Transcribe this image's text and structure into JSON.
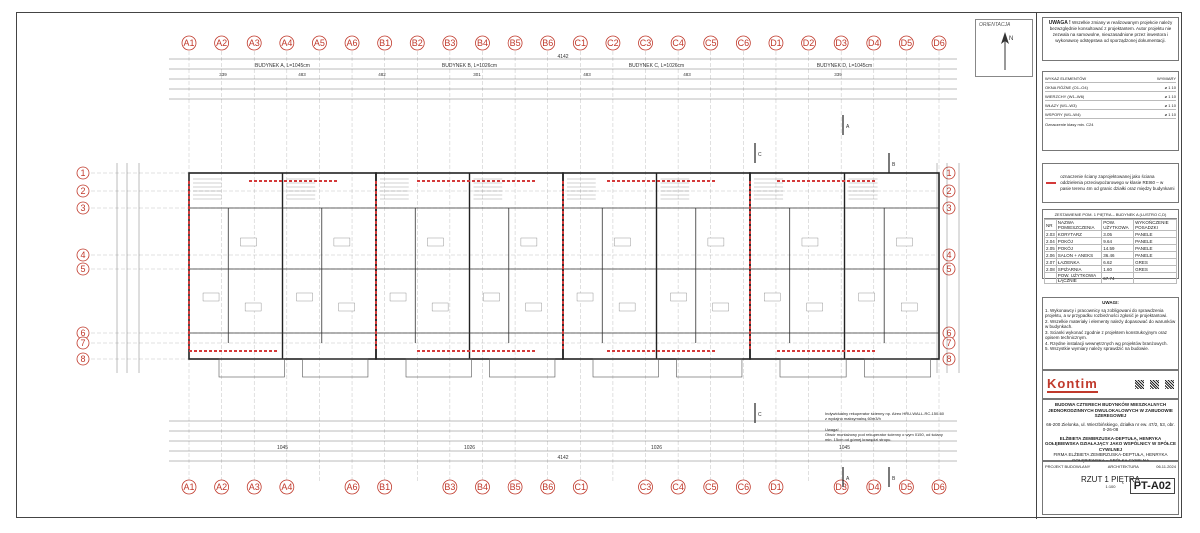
{
  "drawing": {
    "axes_top": [
      "A1",
      "A2",
      "A3",
      "A4",
      "A5",
      "A6",
      "B1",
      "B2",
      "B3",
      "B4",
      "B5",
      "B6",
      "C1",
      "C2",
      "C3",
      "C4",
      "C5",
      "C6",
      "D1",
      "D2",
      "D3",
      "D4",
      "D5",
      "D6"
    ],
    "axes_bottom": [
      "A1",
      "A2",
      "A3",
      "A4",
      "A6",
      "B1",
      "B3",
      "B4",
      "B5",
      "B6",
      "C1",
      "C3",
      "C4",
      "C5",
      "C6",
      "D1",
      "D3",
      "D4",
      "D5",
      "D6"
    ],
    "rows": [
      "1",
      "2",
      "3",
      "4",
      "5",
      "6",
      "7",
      "8"
    ],
    "buildings": [
      "BUDYNEK A, L=1045cm",
      "BUDYNEK B, L=1026cm",
      "BUDYNEK C, L=1026cm",
      "BUDYNEK D, L=1045cm"
    ],
    "total_top": "4142",
    "total_bottom": "4142",
    "dims_top": [
      "339",
      "483",
      "482",
      "301",
      "483",
      "483",
      "339"
    ],
    "dims_bottom": [
      "1045",
      "1026",
      "1026",
      "1045"
    ],
    "section_marks": [
      "A",
      "A",
      "B",
      "B",
      "C",
      "C"
    ],
    "orientation_label": "ORIENTACJA",
    "north_label": "N"
  },
  "side": {
    "warning_title": "UWAGA !",
    "warning_text": "Wszelkie zmiany w realizowanym projekcie należy bezwzględnie konsultować z projektantem. Autor projektu nie zezwala na samowolne, nieuzasadnione przez inwestora i wykonawcę odstępstwa od sporządzonej dokumentacji.",
    "revisions_header": [
      "WYKAZ ELEMENTÓW",
      "WYMIARY"
    ],
    "revisions": [
      [
        "OKNA RÓŻNE (O1–O4)",
        "ø 1 10"
      ],
      [
        "WIERZCHY (W1–W6)",
        "ø 1 10"
      ],
      [
        "WŁAZY (W1–W3)",
        "ø 1 10"
      ],
      [
        "WSPORY (W1–W4)",
        "ø 1 10"
      ]
    ],
    "rev_note": "Oznaczenie klasy min. C24",
    "legend_text": "oznaczenie ściany zaprojektowanej jako ściana oddzielenia przeciwpożarowego w klasie REI60 – w pasie terenu 4m od granic działki oraz między budynkami",
    "rooms_title": "ZESTAWIENIE POM. 1 PIĘTRA – BUDYNEK A (LUSTRO C,D)",
    "rooms_cols": [
      "NR",
      "NAZWA POMIESZCZENIA",
      "POW. UŻYTKOWA",
      "WYKOŃCZENIE POSADZKI"
    ],
    "rooms": [
      [
        "2.03",
        "KORYTARZ",
        "3.05",
        "PANELE"
      ],
      [
        "2.04",
        "POKÓJ",
        "9.64",
        "PANELE"
      ],
      [
        "2.05",
        "POKÓJ",
        "14.59",
        "PANELE"
      ],
      [
        "2.06",
        "SALON + ANEKS",
        "36.46",
        "PANELE"
      ],
      [
        "2.07",
        "ŁAZIENKA",
        "6.62",
        "GRES"
      ],
      [
        "2.08",
        "SPIŻARNIA",
        "1.60",
        "GRES"
      ]
    ],
    "rooms_total_label": "POW. UŻYTKOWA ŁĄCZNIE",
    "rooms_total": "67.74",
    "notes_title": "UWAGI:",
    "notes": [
      "1. Wykonawcy i pracownicy są zobligowani do sprawdzenia projektu, a w przypadku rozbieżności zgłosić je projektantowi.",
      "2. Wszelkie materiały i elementy należy dopasować do warunków w budynkach.",
      "3. Scianki wykonać zgodnie z projektem konstrukcyjnym oraz opisem technicznym.",
      "4. Rzędne instalacji wewnętrznych wg projektów branżowych.",
      "5. Wszystkie wymiary należy sprawdzić na budowie."
    ],
    "logo": "Kontim",
    "project_title": "BUDOWA CZTERECH BUDYNKÓW MIESZKALNYCH JEDNORODZINNYCH DWULOKALOWYCH W ZABUDOWIE SZEREGOWEJ",
    "address": "66-200 Zielonka, ul. Wierzbińskiego, działka nr ew. 47/2, 53, obr. 0-26-08",
    "investor": "ELŻBIETA ZEMBRZUSKA-DEPTUŁA, HENRYKA GOŁĘBIEWSKA DZIAŁAJĄCY JAKO WSPÓLNICY W SPÓŁCE CYWILNEJ",
    "investor2": "FIRMA ELŻBIETA ZEMBRZUSKA-DEPTUŁA, HENRYKA GOŁĘBIEWSKA – SPÓŁKA CYWILNA",
    "sheet_name": "RZUT 1 PIĘTRA",
    "sheet_code": "PT-A02",
    "scale": "1:100",
    "stage": "PROJEKT BUDOWLANY",
    "branch": "ARCHITEKTURA",
    "date": "06.11.2024"
  },
  "legend2": {
    "l1": "Indywidualny rekuperator ścienny np. Aireo HRU-WALL-RC-150-60 z wydajno maksymalną 60m3/h",
    "l2": "Uwaga!",
    "l3": "Otwór montażowy pod rekuperator ścienny o wym 0150, od ściany min. 15cm od górnej krawędzi stropu."
  }
}
